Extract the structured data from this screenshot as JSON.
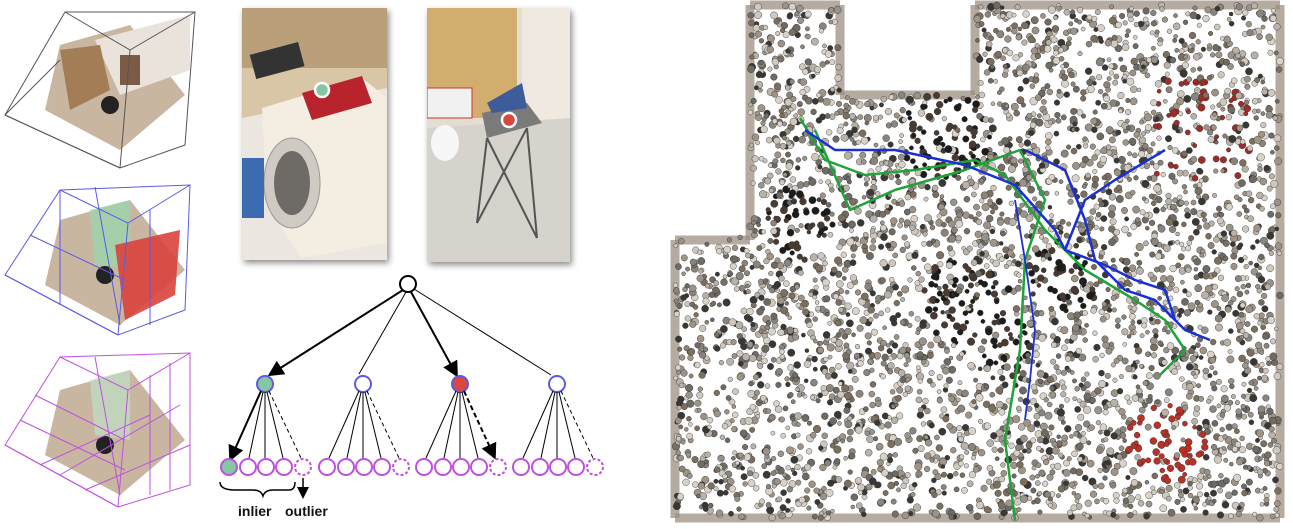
{
  "figure": {
    "tree_caption": {
      "inlier": "inlier",
      "outlier": "outlier"
    },
    "colors": {
      "level1_box": "#333333",
      "level2_box": "#5a5ae6",
      "level3_box": "#c050e0",
      "node_green": "#86c6a4",
      "node_red": "#d9483f",
      "node_blue_ring": "#5a5ae6",
      "node_purple_ring": "#c050e0",
      "trajectory_blue": "#1a2fd6",
      "trajectory_green": "#1fa33a"
    },
    "tree": {
      "root": "root",
      "level1": [
        "green",
        "blue",
        "red",
        "blue"
      ],
      "leaf_groups": 4,
      "leaves_per_group": 5
    }
  }
}
